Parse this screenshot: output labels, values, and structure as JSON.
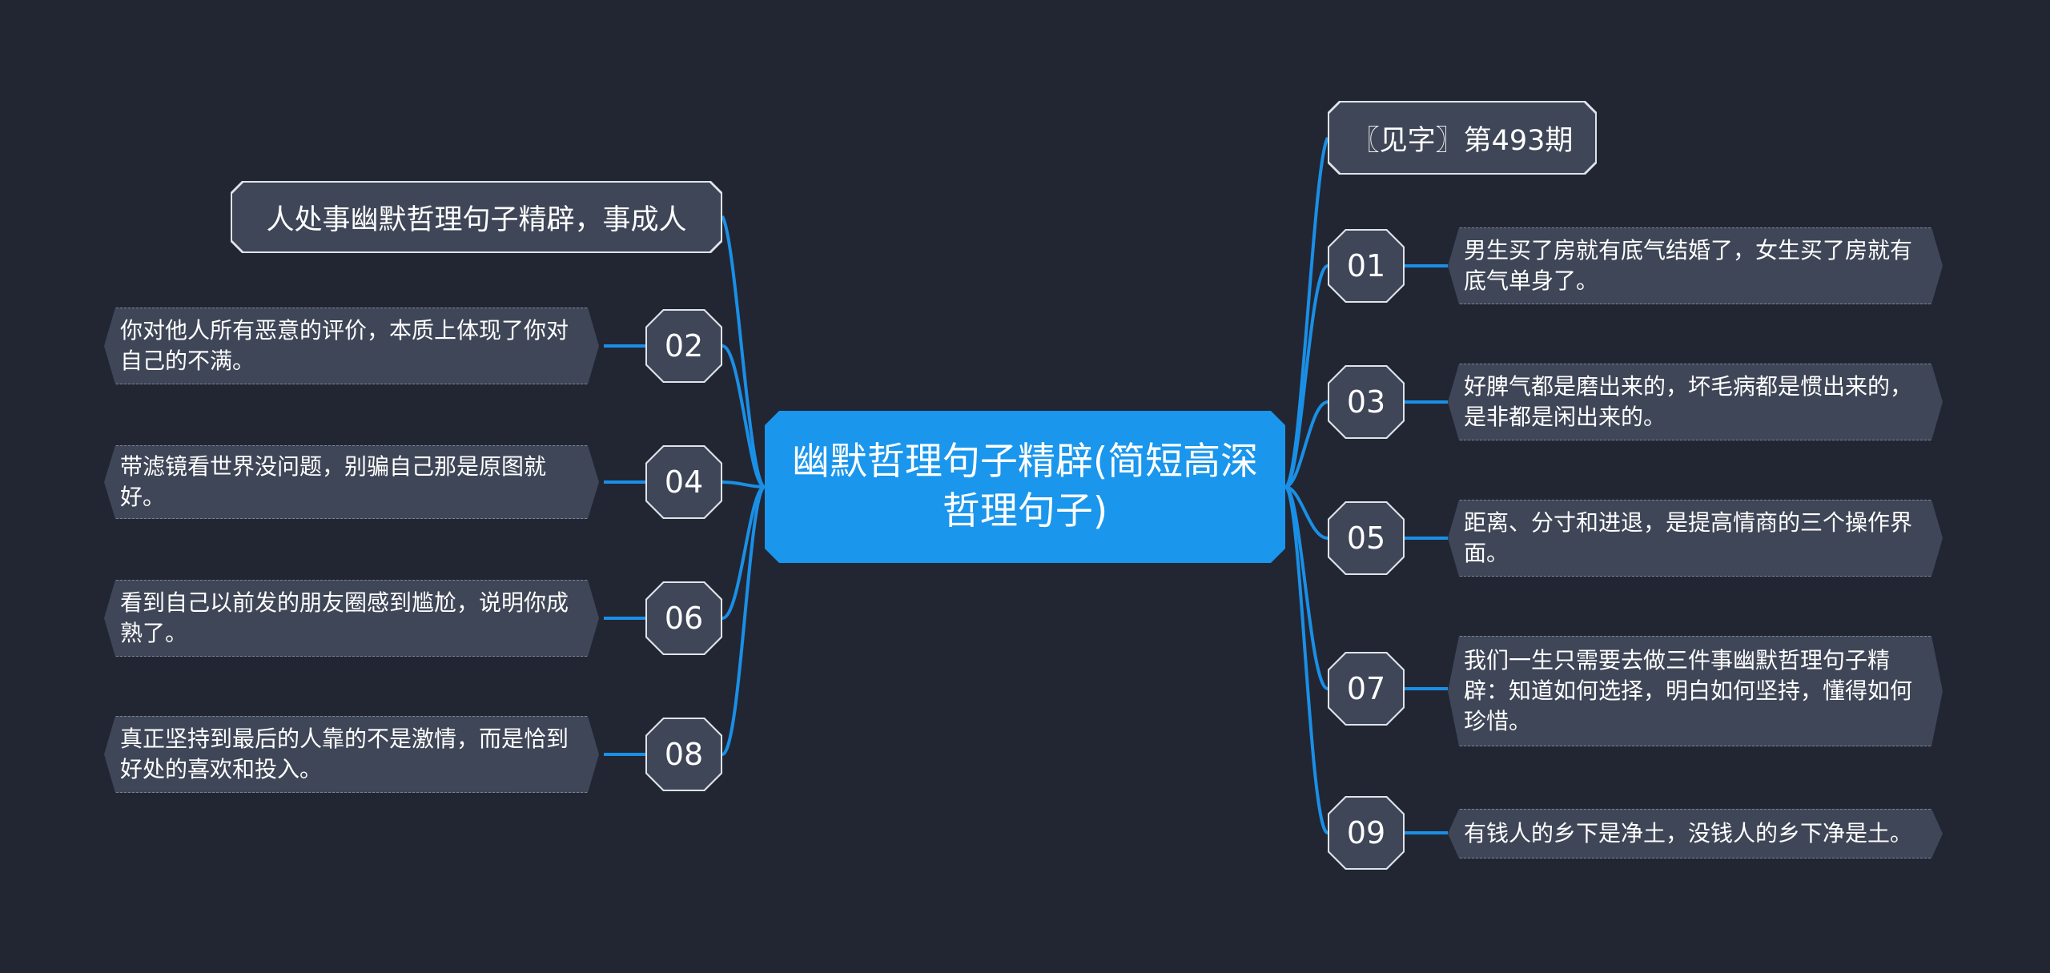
{
  "center": {
    "title": "幽默哲理句子精辟(简短高深哲理句子)"
  },
  "left_topic": {
    "text": "人处事幽默哲理句子精辟，事成人"
  },
  "right_topic": {
    "text": "〖见字〗第493期"
  },
  "left_items": [
    {
      "num": "02",
      "text": "你对他人所有恶意的评价，本质上体现了你对自己的不满。"
    },
    {
      "num": "04",
      "text": "带滤镜看世界没问题，别骗自己那是原图就好。"
    },
    {
      "num": "06",
      "text": "看到自己以前发的朋友圈感到尴尬，说明你成熟了。"
    },
    {
      "num": "08",
      "text": "真正坚持到最后的人靠的不是激情，而是恰到好处的喜欢和投入。"
    }
  ],
  "right_items": [
    {
      "num": "01",
      "text": "男生买了房就有底气结婚了，女生买了房就有底气单身了。"
    },
    {
      "num": "03",
      "text": "好脾气都是磨出来的，坏毛病都是惯出来的，是非都是闲出来的。"
    },
    {
      "num": "05",
      "text": "距离、分寸和进退，是提高情商的三个操作界面。"
    },
    {
      "num": "07",
      "text": "我们一生只需要去做三件事幽默哲理句子精辟：知道如何选择，明白如何坚持，懂得如何珍惜。"
    },
    {
      "num": "09",
      "text": "有钱人的乡下是净土，没钱人的乡下净是土。"
    }
  ],
  "colors": {
    "background": "#222633",
    "accent": "#1a96ec",
    "node": "#3f4657"
  }
}
